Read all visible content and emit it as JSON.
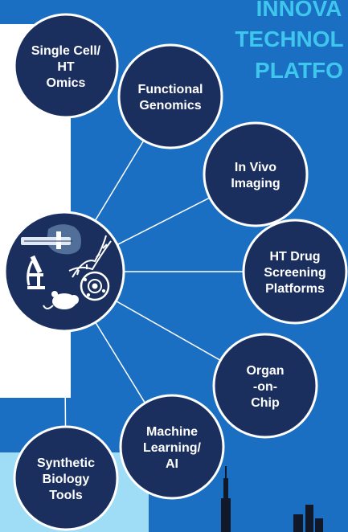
{
  "header": {
    "title_lines": [
      "INNOVA",
      "TECHNOL",
      "PLATFO"
    ]
  },
  "nodes": [
    {
      "id": "single-cell",
      "lines": [
        "Single Cell/",
        "HT",
        "Omics"
      ]
    },
    {
      "id": "functional-genomics",
      "lines": [
        "Functional",
        "Genomics"
      ]
    },
    {
      "id": "in-vivo-imaging",
      "lines": [
        "In Vivo",
        "Imaging"
      ]
    },
    {
      "id": "ht-drug-screening",
      "lines": [
        "HT Drug",
        "Screening",
        "Platforms"
      ]
    },
    {
      "id": "organ-on-chip",
      "lines": [
        "Organ",
        "-on-",
        "Chip"
      ]
    },
    {
      "id": "machine-learning",
      "lines": [
        "Machine",
        "Learning/",
        "AI"
      ]
    },
    {
      "id": "synthetic-biology",
      "lines": [
        "Synthetic",
        "Biology",
        "Tools"
      ]
    }
  ],
  "hub": {
    "icons": [
      "microfluidic-chip-icon",
      "dna-helix-icon",
      "microscope-icon",
      "cell-icon",
      "mouse-icon"
    ]
  },
  "colors": {
    "panel_blue": "#1a6fc3",
    "circle_navy": "#1b2f5e",
    "title_cyan": "#3ec6ec",
    "light_blue": "#9fdcf5"
  }
}
